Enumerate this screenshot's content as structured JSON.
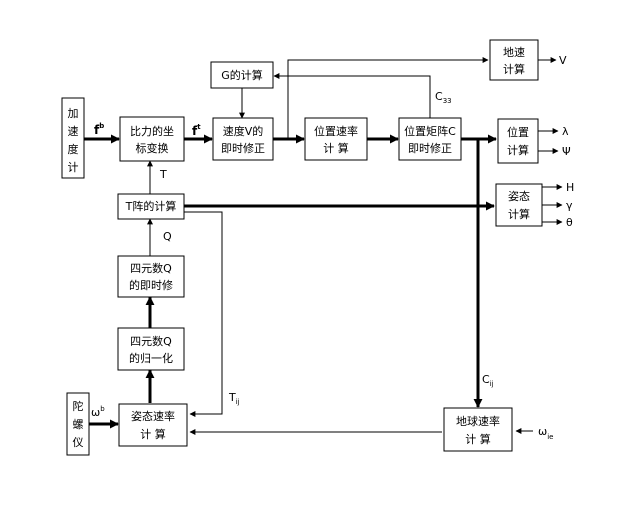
{
  "diagram": {
    "accelerometer": [
      "加",
      "速",
      "度",
      "计"
    ],
    "gyroscope": [
      "陀",
      "螺",
      "仪"
    ],
    "transform_box": [
      "比力的坐",
      "标变换"
    ],
    "velocity_box": [
      "速度V",
      "的",
      "即时修正"
    ],
    "g_box": "G的计算",
    "position_rate_box": [
      "位置速率",
      "计 算"
    ],
    "position_matrix_box": [
      "位置矩阵C",
      "即时修正"
    ],
    "ground_speed_box": [
      "地速",
      "计算"
    ],
    "position_box": [
      "位置",
      "计算"
    ],
    "attitude_box": [
      "姿态",
      "计算"
    ],
    "t_matrix_box": "T阵的计算",
    "quat_update_box": [
      "四元数Q",
      "的即时修"
    ],
    "quat_norm_box": [
      "四元数Q",
      "的归一化"
    ],
    "attitude_rate_box": [
      "姿态速率",
      "计 算"
    ],
    "earth_rate_box": [
      "地球速率",
      "计 算"
    ],
    "signals": {
      "fb": "f",
      "fb_sup": "b",
      "ft": "f",
      "ft_sup": "t",
      "T": "T",
      "Q": "Q",
      "Tij": "T",
      "Tij_sub": "ij",
      "omega_b": "ω",
      "omega_b_sup": "b",
      "omega_ie": "ω",
      "omega_ie_sub": "ie",
      "C33": "C",
      "C33_sub": "33",
      "Cij": "C",
      "Cij_sub": "ij",
      "V": "V",
      "lambda": "λ",
      "phi": "Ψ",
      "H": "H",
      "gamma": "γ",
      "theta": "θ"
    }
  }
}
